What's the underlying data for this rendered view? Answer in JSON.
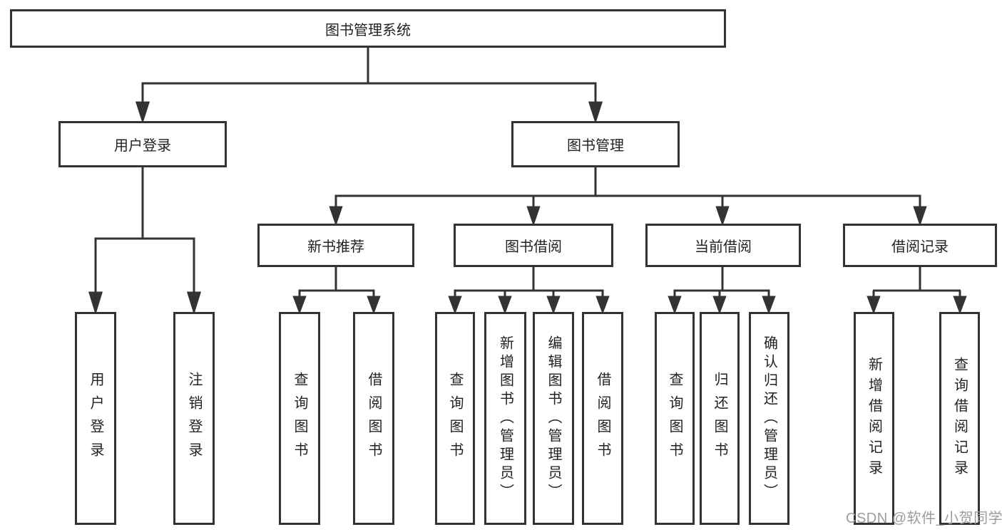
{
  "diagram": {
    "line_color": "#333333",
    "background": "#ffffff",
    "nodes": {
      "root": "图书管理系统",
      "user_login": "用户登录",
      "book_management": "图书管理",
      "new_book_recommend": "新书推荐",
      "book_borrow": "图书借阅",
      "current_borrow": "当前借阅",
      "borrow_records": "借阅记录",
      "leaf_user_login": "用户登录",
      "leaf_logout": "注销登录",
      "leaf_query_books_recommend": "查询图书",
      "leaf_borrow_books_recommend": "借阅图书",
      "leaf_query_books_borrow": "查询图书",
      "leaf_add_books_admin": "新增图书（管理员）",
      "leaf_edit_books_admin": "编辑图书（管理员）",
      "leaf_borrow_books_borrow": "借阅图书",
      "leaf_query_books_current": "查询图书",
      "leaf_return_books": "归还图书",
      "leaf_confirm_return_admin": "确认归还（管理员）",
      "leaf_add_borrow_record": "新增借阅记录",
      "leaf_query_borrow_record": "查询借阅记录"
    }
  },
  "watermark": {
    "text": "CSDN @软件_小贺同学"
  }
}
